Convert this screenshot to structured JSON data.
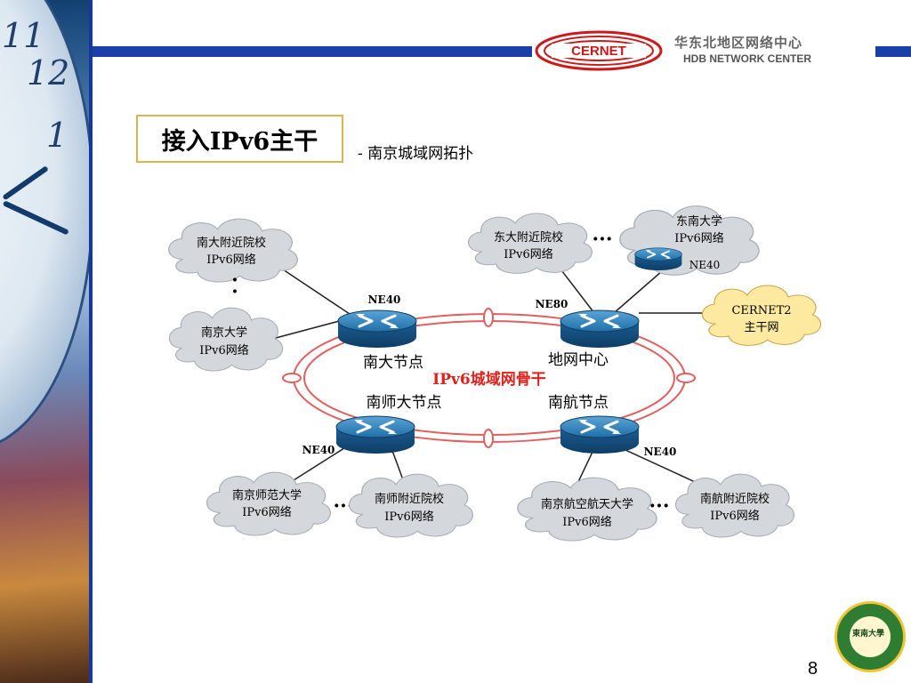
{
  "header": {
    "logo_text": "CERNET",
    "center_name_cn": "华东北地区网络中心",
    "center_name_en": "HDB NETWORK CENTER"
  },
  "slide": {
    "title": "接入IPv6主干",
    "subtitle": "- 南京城域网拓扑",
    "page_number": "8",
    "seal_text": "東南大學"
  },
  "diagram": {
    "ring_label": "IPv6城域网骨干",
    "nodes": {
      "nanda": {
        "name": "南大节点",
        "model": "NE40"
      },
      "diwang": {
        "name": "地网中心",
        "model": "NE80"
      },
      "nanshi": {
        "name": "南师大节点",
        "model": "NE40"
      },
      "nanhang": {
        "name": "南航节点",
        "model": "NE40"
      },
      "dongnan": {
        "model": "NE40"
      }
    },
    "clouds": {
      "nanda_nearby": [
        "南大附近院校",
        "IPv6网络"
      ],
      "nju": [
        "南京大学",
        "IPv6网络"
      ],
      "seu_nearby": [
        "东大附近院校",
        "IPv6网络"
      ],
      "seu": [
        "东南大学",
        "IPv6网络"
      ],
      "cernet2": [
        "CERNET2",
        "主干网"
      ],
      "njnu": [
        "南京师范大学",
        "IPv6网络"
      ],
      "njnu_nearby": [
        "南师附近院校",
        "IPv6网络"
      ],
      "nuaa": [
        "南京航空航天大学",
        "IPv6网络"
      ],
      "nuaa_nearby": [
        "南航附近院校",
        "IPv6网络"
      ]
    },
    "ellipsis": "···",
    "colors": {
      "ring": "#e06060",
      "ring_label": "#e0201a",
      "router": "#1f6fa8",
      "cloud": "#d4d7dc",
      "cernet_cloud": "#fde9a0"
    }
  }
}
